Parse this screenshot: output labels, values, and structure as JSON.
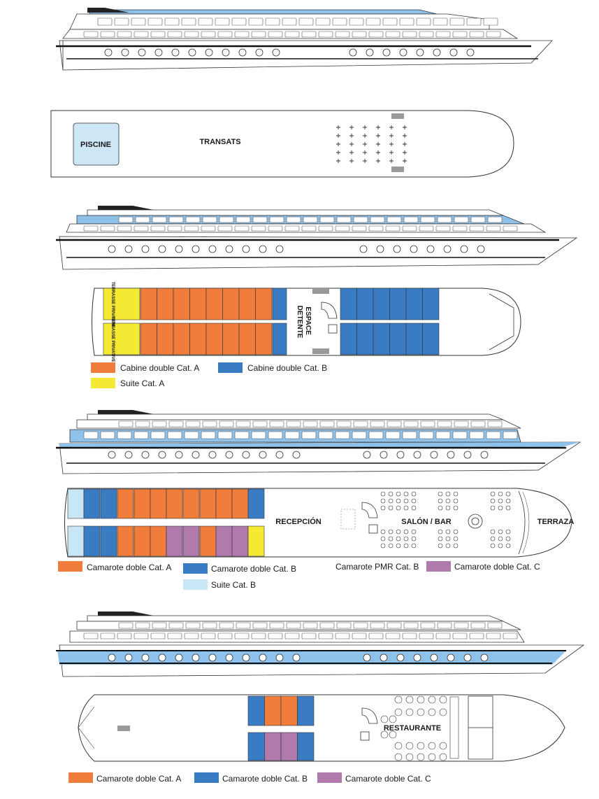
{
  "colors": {
    "orange": "#f07d3c",
    "blue": "#3a7cc4",
    "light_blue": "#c9e6f6",
    "yellow": "#f5e934",
    "purple": "#b07aad",
    "hull_blue": "#8fc2ea",
    "pool_blue": "#cde7f7"
  },
  "sun_deck": {
    "pool_label": "PISCINE",
    "loungers_label": "TRANSATS"
  },
  "upper_deck": {
    "terrace_top": "TERRASSE PRIVATIVE",
    "terrace_bottom": "TERRASSE PRIVATIVE",
    "lounge_label_1": "ESPACE",
    "lounge_label_2": "DETENTE",
    "legend": {
      "cat_a": "Cabine double Cat. A",
      "cat_b": "Cabine double Cat. B",
      "suite_a": "Suite Cat. A"
    }
  },
  "main_deck": {
    "reception": "RECEPCIÓN",
    "salon": "SALÓN / BAR",
    "terrace": "TERRAZA",
    "legend": {
      "cat_a": "Camarote doble Cat. A",
      "cat_b": "Camarote doble Cat. B",
      "pmr_b": "Camarote PMR Cat. B",
      "cat_c": "Camarote doble Cat. C",
      "suite_b": "Suite Cat. B"
    }
  },
  "lower_deck": {
    "restaurant": "RESTAURANTE",
    "legend": {
      "cat_a": "Camarote doble Cat. A",
      "cat_b": "Camarote doble Cat. B",
      "cat_c": "Camarote doble Cat. C"
    }
  },
  "icons": [
    "staircase-icon",
    "elevator-icon",
    "deck-chair-grid-icon",
    "table-icon",
    "wheel-icon"
  ]
}
